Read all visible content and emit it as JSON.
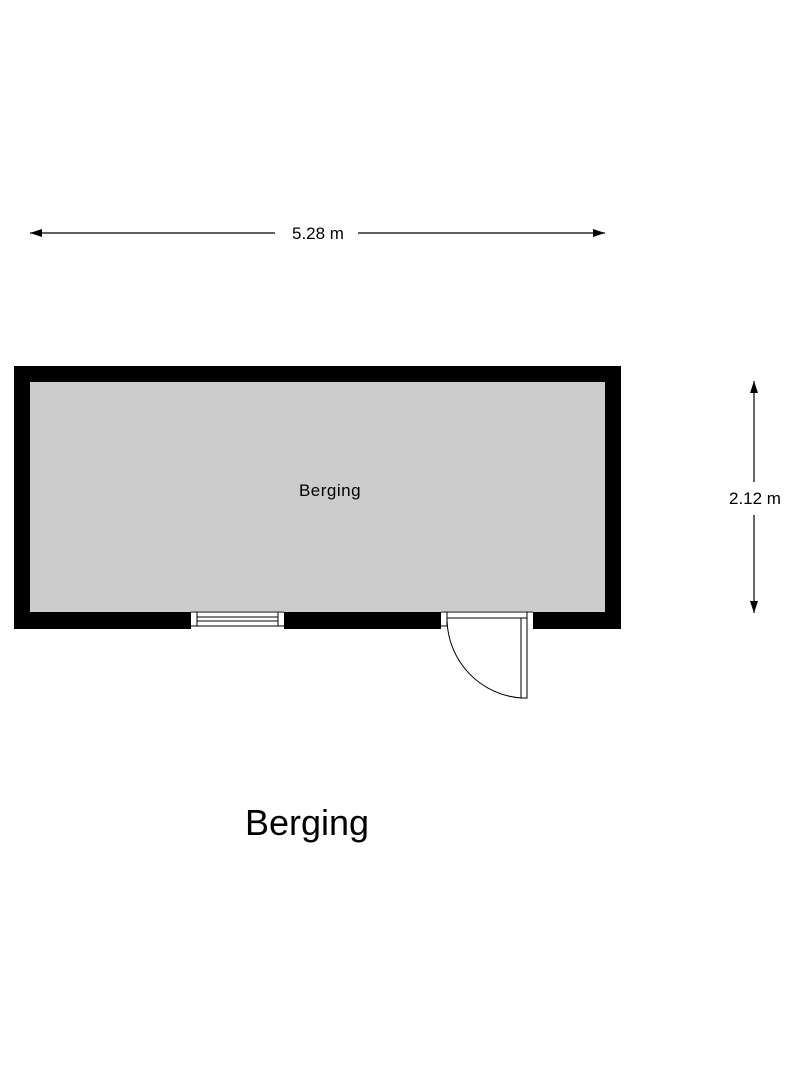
{
  "plan": {
    "title": "Berging",
    "room_label": "Berging",
    "width_dimension": "5.28 m",
    "depth_dimension": "2.12 m",
    "colors": {
      "wall": "#000000",
      "floor": "#cccccc",
      "background": "#ffffff",
      "line": "#000000"
    }
  }
}
